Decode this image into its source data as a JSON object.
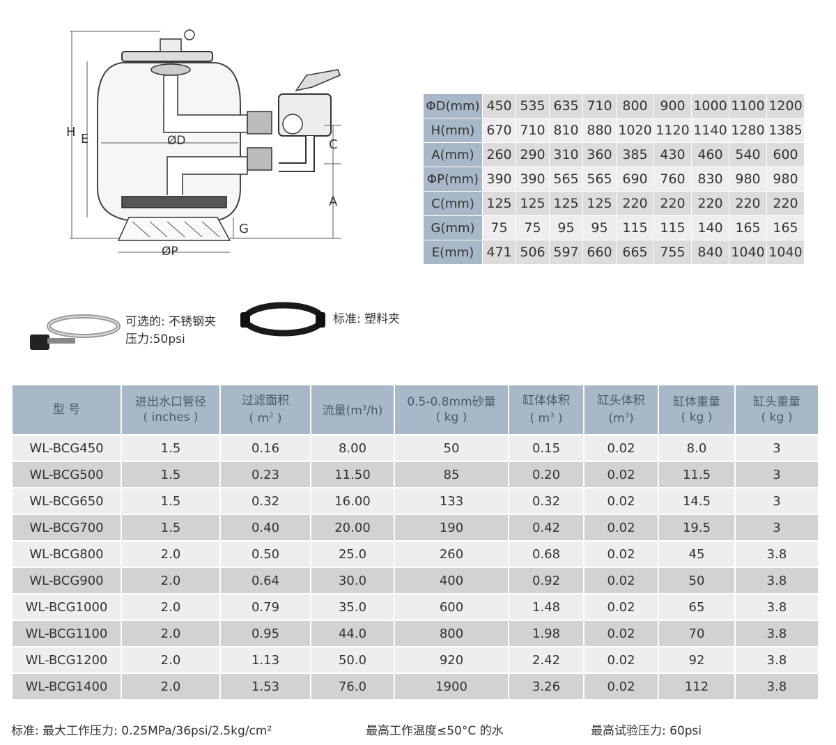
{
  "diagram": {
    "labels": {
      "H": "H",
      "E": "E",
      "D": "ØD",
      "C": "C",
      "A": "A",
      "G": "G",
      "P": "ØP"
    }
  },
  "dimension_table": {
    "rows": [
      {
        "label": "ΦD(mm)",
        "values": [
          "450",
          "535",
          "635",
          "710",
          "800",
          "900",
          "1000",
          "1100",
          "1200"
        ]
      },
      {
        "label": "H(mm)",
        "values": [
          "670",
          "710",
          "810",
          "880",
          "1020",
          "1120",
          "1140",
          "1280",
          "1385"
        ]
      },
      {
        "label": "A(mm)",
        "values": [
          "260",
          "290",
          "310",
          "360",
          "385",
          "430",
          "460",
          "540",
          "600"
        ]
      },
      {
        "label": "ΦP(mm)",
        "values": [
          "390",
          "390",
          "565",
          "565",
          "690",
          "760",
          "830",
          "980",
          "980"
        ]
      },
      {
        "label": "C(mm)",
        "values": [
          "125",
          "125",
          "125",
          "125",
          "220",
          "220",
          "220",
          "220",
          "220"
        ]
      },
      {
        "label": "G(mm)",
        "values": [
          "75",
          "75",
          "95",
          "95",
          "115",
          "115",
          "140",
          "165",
          "165"
        ]
      },
      {
        "label": "E(mm)",
        "values": [
          "471",
          "506",
          "597",
          "660",
          "665",
          "755",
          "840",
          "1040",
          "1040"
        ]
      }
    ]
  },
  "clamps": {
    "optional": {
      "line1": "可选的: 不锈钢夹",
      "line2": "压力:50psi"
    },
    "standard": {
      "line1": "标准: 塑料夹"
    }
  },
  "spec_table": {
    "headers": [
      {
        "line1": "型 号",
        "line2": ""
      },
      {
        "line1": "进出水口管径",
        "line2": "( inches )"
      },
      {
        "line1": "过滤面积",
        "line2": "( m",
        "sup": "2",
        "tail": " )"
      },
      {
        "line1": "流量(m",
        "sup": "3",
        "tail": "/h)",
        "line2": ""
      },
      {
        "line1": "0.5-0.8mm砂量",
        "line2": "( kg )"
      },
      {
        "line1": "缸体体积",
        "line2": "( m",
        "sup": "3",
        "tail": " )"
      },
      {
        "line1": "缸头体积",
        "line2": "(m",
        "sup": "3",
        "tail": ")"
      },
      {
        "line1": "缸体重量",
        "line2": "( kg )"
      },
      {
        "line1": "缸头重量",
        "line2": "( kg )"
      }
    ],
    "rows": [
      [
        "WL-BCG450",
        "1.5",
        "0.16",
        "8.00",
        "50",
        "0.15",
        "0.02",
        "8.0",
        "3"
      ],
      [
        "WL-BCG500",
        "1.5",
        "0.23",
        "11.50",
        "85",
        "0.20",
        "0.02",
        "11.5",
        "3"
      ],
      [
        "WL-BCG650",
        "1.5",
        "0.32",
        "16.00",
        "133",
        "0.32",
        "0.02",
        "14.5",
        "3"
      ],
      [
        "WL-BCG700",
        "1.5",
        "0.40",
        "20.00",
        "190",
        "0.42",
        "0.02",
        "19.5",
        "3"
      ],
      [
        "WL-BCG800",
        "2.0",
        "0.50",
        "25.0",
        "260",
        "0.68",
        "0.02",
        "45",
        "3.8"
      ],
      [
        "WL-BCG900",
        "2.0",
        "0.64",
        "30.0",
        "400",
        "0.92",
        "0.02",
        "50",
        "3.8"
      ],
      [
        "WL-BCG1000",
        "2.0",
        "0.79",
        "35.0",
        "600",
        "1.48",
        "0.02",
        "65",
        "3.8"
      ],
      [
        "WL-BCG1100",
        "2.0",
        "0.95",
        "44.0",
        "800",
        "1.98",
        "0.02",
        "70",
        "3.8"
      ],
      [
        "WL-BCG1200",
        "2.0",
        "1.13",
        "50.0",
        "920",
        "2.42",
        "0.02",
        "92",
        "3.8"
      ],
      [
        "WL-BCG1400",
        "2.0",
        "1.53",
        "76.0",
        "1900",
        "3.26",
        "0.02",
        "112",
        "3.8"
      ]
    ]
  },
  "footer": {
    "pressure": "标准: 最大工作压力: 0.25MPa/36psi/2.5kg/cm²",
    "temperature": "最高工作温度≤50°C 的水",
    "test_pressure": "最高试验压力: 60psi"
  }
}
